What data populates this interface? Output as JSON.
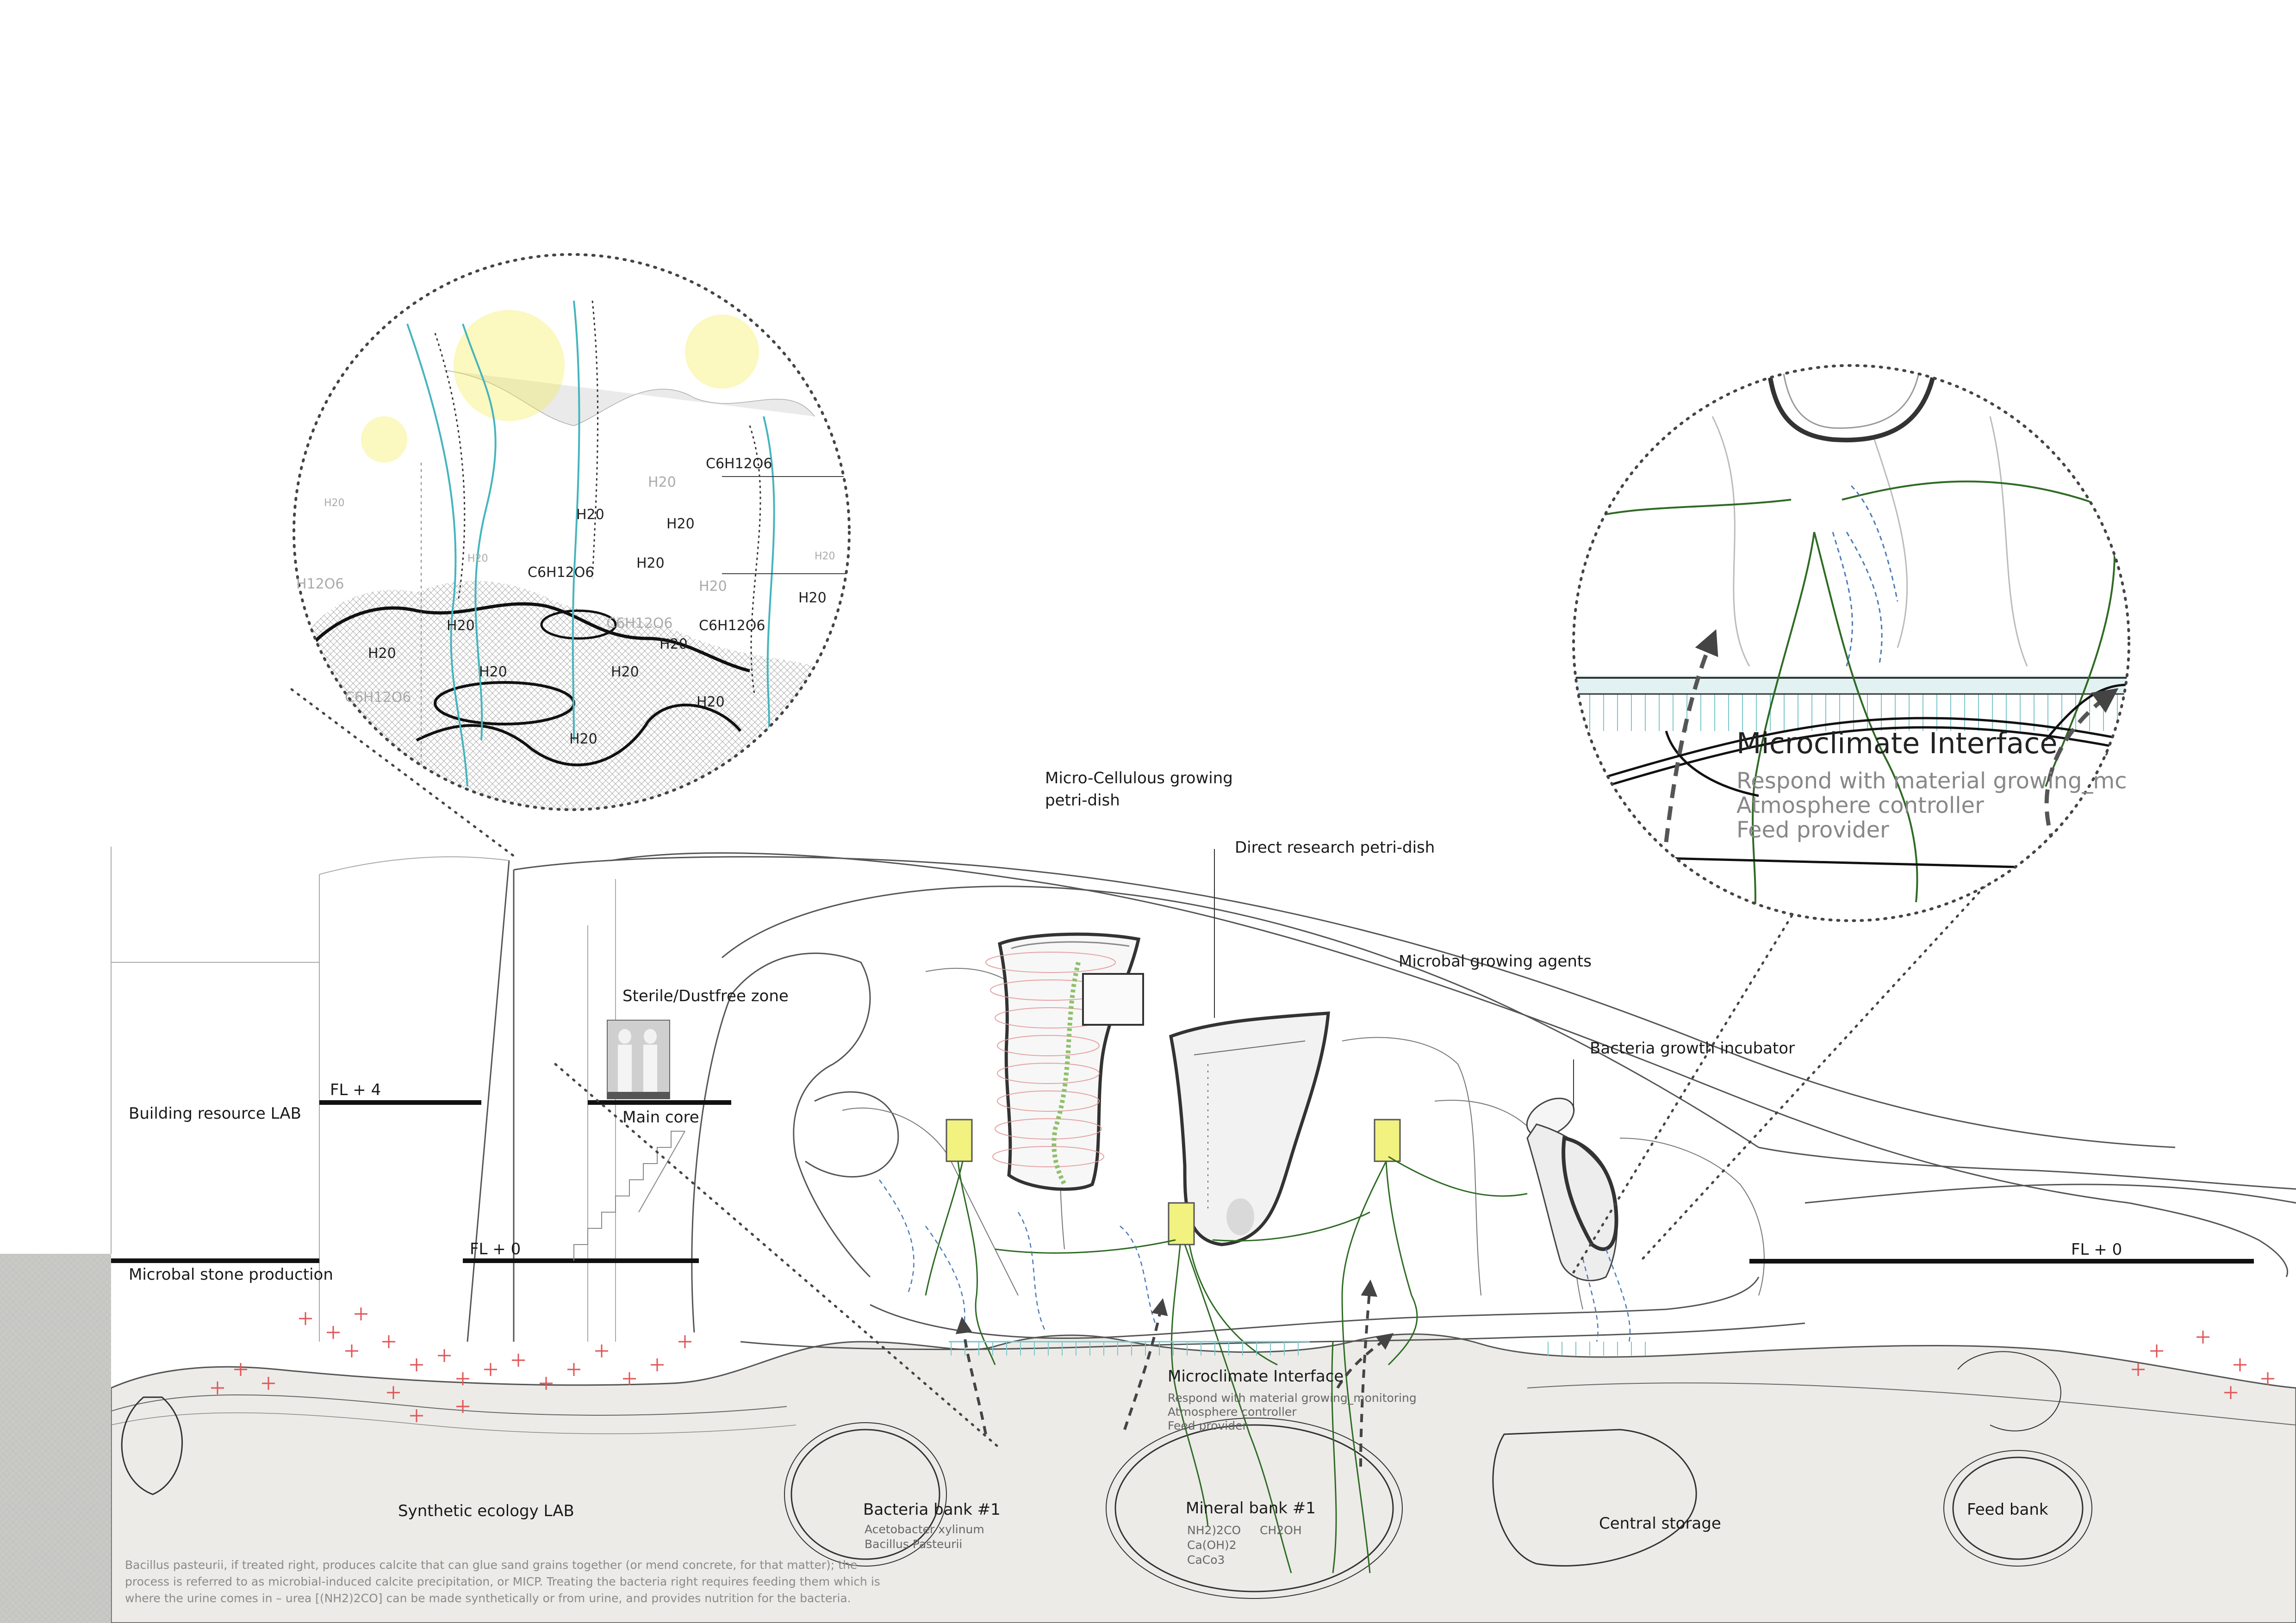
{
  "labels": {
    "micro_cellulous": "Micro-Cellulous growing",
    "micro_cellulous_2": "petri-dish",
    "direct_research": "Direct research petri-dish",
    "microbal_agents": "Microbal growing agents",
    "bacteria_incubator": "Bacteria growth incubator",
    "sterile_zone": "Sterile/Dustfree zone",
    "main_core": "Main core",
    "building_resource_lab": "Building resource LAB",
    "fl_plus_4": "FL + 4",
    "fl_plus_0_left": "FL + 0",
    "fl_plus_0_right": "FL + 0",
    "microbal_stone": "Microbal stone production",
    "synthetic_lab": "Synthetic ecology LAB",
    "bacteria_bank": "Bacteria bank #1",
    "bacteria_bank_items": [
      "Acetobacter xylinum",
      "Bacillus Pasteurii"
    ],
    "mineral_bank": "Mineral bank #1",
    "mineral_items": [
      "NH2)2CO",
      "CH2OH",
      "Ca(OH)2",
      "CaCo3"
    ],
    "central_storage": "Central storage",
    "feed_bank": "Feed bank",
    "microclimate_small": {
      "title": "Microclimate Interface",
      "lines": [
        "Respond with material growing_monitoring",
        "Atmosphere controller",
        "Feed provider"
      ]
    }
  },
  "zoom_right": {
    "title": "Microclimate Interface",
    "lines": [
      "Respond with material growing_mc",
      "Atmosphere controller",
      "Feed provider"
    ]
  },
  "zoom_left_chem": [
    "C6H12O6",
    "H20",
    "H20",
    "H20",
    "H20",
    "H20",
    "H20",
    "H20",
    "H20",
    "H20",
    "C6H12O6",
    "C6H12O6",
    "C6H12O6",
    "H12O6",
    "H20",
    "H20",
    "H20",
    "H20",
    "H20",
    "C6H12O6",
    "H20",
    "H20"
  ],
  "caption": "Bacillus pasteurii, if treated right, produces calcite that can glue sand grains together (or mend concrete, for that matter); the process is referred to as microbial-induced calcite precipitation, or MICP. Treating the bacteria right requires feeding them which is where the urine comes in – urea [(NH2)2CO] can be made synthetically or from urine, and provides nutrition for the bacteria.",
  "colors": {
    "ground": "#ececea",
    "line": "#444444",
    "floor": "#111111",
    "green": "#2f6b24",
    "cyan": "#4fb7bd",
    "blue_dash": "#4a7ab5",
    "yellow": "#eef07a",
    "red_cross": "#e05555"
  }
}
